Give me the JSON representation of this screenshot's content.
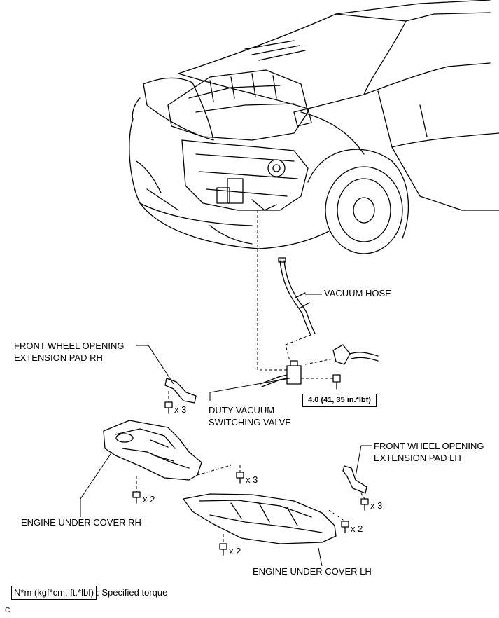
{
  "labels": {
    "vacuum_hose": "VACUUM HOSE",
    "pad_rh_line1": "FRONT WHEEL OPENING",
    "pad_rh_line2": "EXTENSION PAD RH",
    "duty_valve_line1": "DUTY VACUUM",
    "duty_valve_line2": "SWITCHING VALVE",
    "pad_lh_line1": "FRONT WHEEL OPENING",
    "pad_lh_line2": "EXTENSION PAD LH",
    "cover_rh": "ENGINE UNDER COVER RH",
    "cover_lh": "ENGINE UNDER COVER LH"
  },
  "torque": "4.0 (41, 35 in.*lbf)",
  "quantities": {
    "pad_rh_screws": "x 3",
    "cover_center_screws": "x 3",
    "cover_rh_screws": "x 2",
    "pad_lh_screws": "x 3",
    "cover_lh_right_screws": "x 2",
    "cover_lh_bottom_screws": "x 2"
  },
  "legend": {
    "unit": "N*m (kgf*cm, ft.*lbf)",
    "text": ": Specified torque"
  },
  "corner_mark": "C"
}
